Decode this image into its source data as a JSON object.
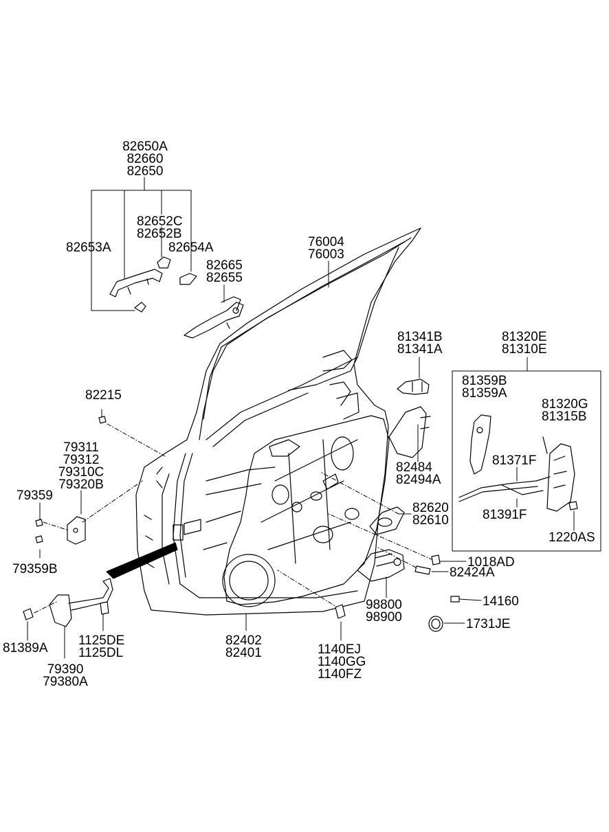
{
  "diagram": {
    "callouts": {
      "outer_handle": [
        "82650A",
        "82660",
        "82650"
      ],
      "handle_cover": [
        "82653A"
      ],
      "handle_cap": [
        "82652C",
        "82652B"
      ],
      "handle_pad": [
        "82654A"
      ],
      "inner_frame_handle": [
        "82665",
        "82655"
      ],
      "door_panel": [
        "76004",
        "76003"
      ],
      "screw_82215": [
        "82215"
      ],
      "upper_hinge": [
        "79311",
        "79312",
        "79310C",
        "79320B"
      ],
      "bolt_79359": [
        "79359"
      ],
      "bolt_79359b": [
        "79359B"
      ],
      "bolt_81389a": [
        "81389A"
      ],
      "checker_bolts": [
        "1125DE",
        "1125DL"
      ],
      "door_checker": [
        "79390",
        "79380A"
      ],
      "module_panel": [
        "82402",
        "82401"
      ],
      "module_screws": [
        "1140EJ",
        "1140GG",
        "1140FZ"
      ],
      "striker_bracket": [
        "81341B",
        "81341A"
      ],
      "lock_assembly": [
        "81320E",
        "81310E"
      ],
      "latch_lever": [
        "81359B",
        "81359A"
      ],
      "lock_actuator": [
        "81320G",
        "81315B"
      ],
      "rod_upper": [
        "81371F"
      ],
      "rod_lower": [
        "81391F"
      ],
      "lock_screw": [
        "1220AS"
      ],
      "insulator": [
        "82484",
        "82494A"
      ],
      "inside_handle": [
        "82620",
        "82610"
      ],
      "bolt_1018ad": [
        "1018AD"
      ],
      "bolt_82424a": [
        "82424A"
      ],
      "window_motor": [
        "98800",
        "98900"
      ],
      "plug_14160": [
        "14160"
      ],
      "grommet": [
        "1731JE"
      ]
    }
  }
}
